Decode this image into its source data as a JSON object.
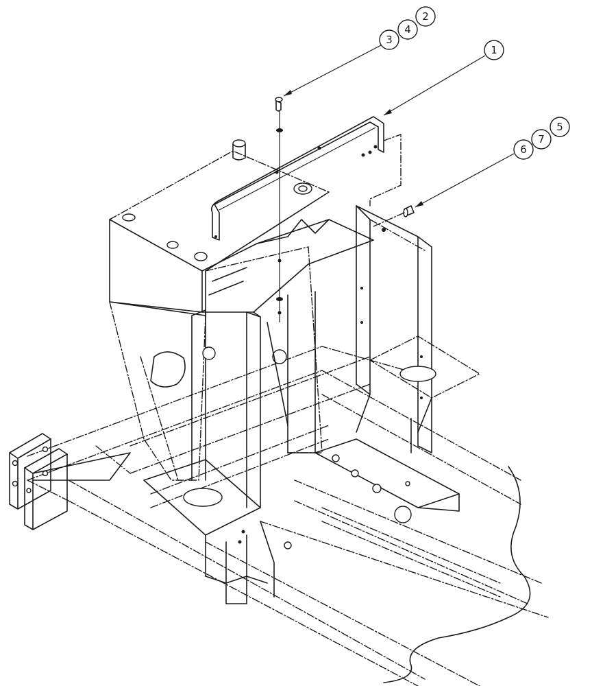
{
  "diagram": {
    "callouts": [
      {
        "id": "c3",
        "label": "3"
      },
      {
        "id": "c4",
        "label": "4"
      },
      {
        "id": "c2",
        "label": "2"
      },
      {
        "id": "c1",
        "label": "1"
      },
      {
        "id": "c6",
        "label": "6"
      },
      {
        "id": "c7",
        "label": "7"
      },
      {
        "id": "c5",
        "label": "5"
      }
    ],
    "colors": {
      "line": "#1a1a1a",
      "background": "#ffffff"
    }
  }
}
